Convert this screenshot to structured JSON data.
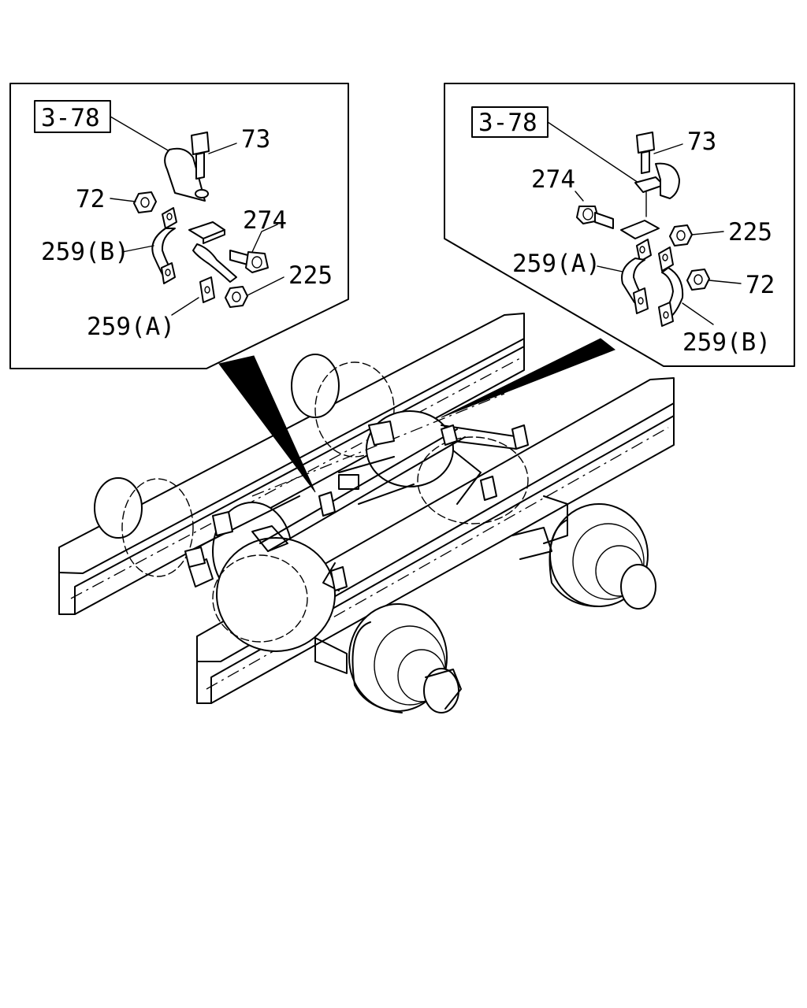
{
  "left_inset": {
    "ref_box": "3-78",
    "labels": {
      "c73": "73",
      "c72": "72",
      "c274": "274",
      "c259b": "259(B)",
      "c225": "225",
      "c259a": "259(A)"
    }
  },
  "right_inset": {
    "ref_box": "3-78",
    "labels": {
      "c73": "73",
      "c274": "274",
      "c225": "225",
      "c259a": "259(A)",
      "c72": "72",
      "c259b": "259(B)"
    }
  }
}
